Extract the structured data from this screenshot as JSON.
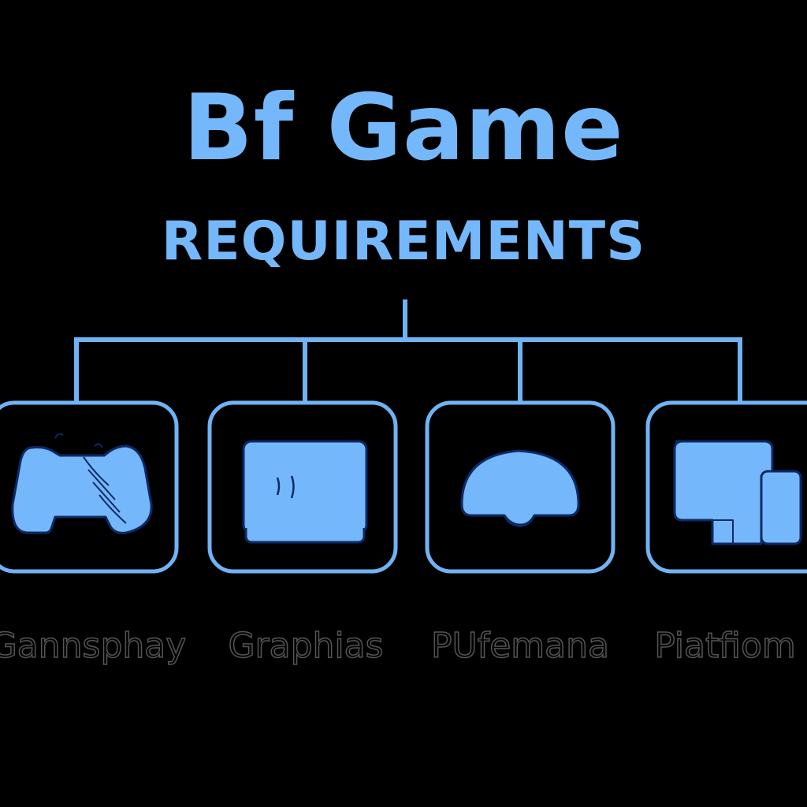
{
  "title": "Bf Game",
  "subtitle": "REQUIREMENTS",
  "colors": {
    "background": "#000000",
    "accent": "#6fb3f5",
    "accent_fill": "#74b8fb",
    "icon_outline": "#0d2a66",
    "label_outline": "#555555"
  },
  "categories": [
    {
      "label": "Gannsphay",
      "icon": "gamepad-icon"
    },
    {
      "label": "Graphias",
      "icon": "monitor-icon"
    },
    {
      "label": "PUfemana",
      "icon": "brain-icon"
    },
    {
      "label": "Piatfiom",
      "icon": "devices-icon"
    }
  ]
}
